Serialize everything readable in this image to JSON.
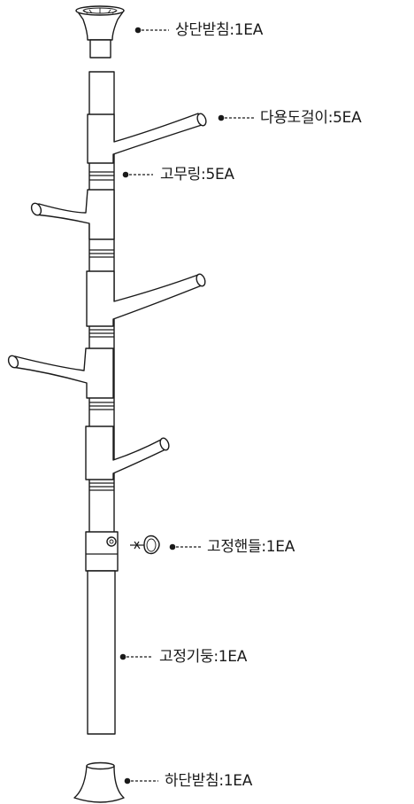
{
  "parts": [
    {
      "key": "top_cap",
      "label": "상단받침:1EA"
    },
    {
      "key": "hook",
      "label": "다용도걸이:5EA"
    },
    {
      "key": "rubber_ring",
      "label": "고무링:5EA"
    },
    {
      "key": "handle",
      "label": "고정핸들:1EA"
    },
    {
      "key": "pole",
      "label": "고정기둥:1EA"
    },
    {
      "key": "bottom_base",
      "label": "하단받침:1EA"
    }
  ],
  "colors": {
    "line": "#1a1a1a",
    "background": "#ffffff"
  }
}
